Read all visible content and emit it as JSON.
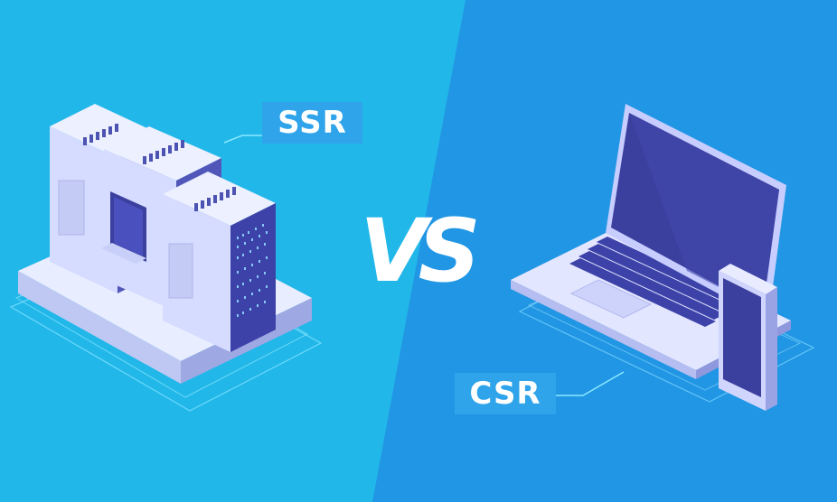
{
  "labels": {
    "left": "SSR",
    "middle": "VS",
    "right": "CSR"
  },
  "colors": {
    "left_background": "#22b7e9",
    "right_background": "#2196e4",
    "label_box": "#2fa4ea",
    "label_text": "#ffffff",
    "device_body": "#dfe4ff",
    "device_screen": "#3b3f9e"
  },
  "icons": {
    "left": "server-rack-icon",
    "right": "laptop-phone-icon"
  }
}
